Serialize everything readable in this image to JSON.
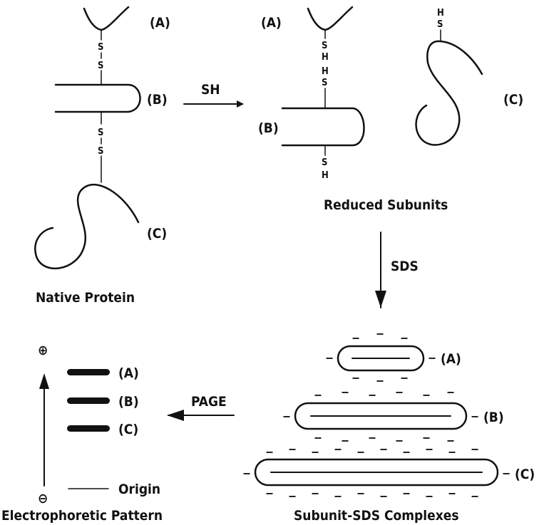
{
  "labels": {
    "A": "(A)",
    "B": "(B)",
    "C": "(C)"
  },
  "atoms": {
    "sulfur": "S",
    "hydrogen": "H"
  },
  "minus": "−",
  "captions": {
    "native": "Native Protein",
    "reduced": "Reduced Subunits",
    "complexes": "Subunit-SDS Complexes",
    "pattern": "Electrophoretic Pattern"
  },
  "arrows": {
    "reduce": "SH",
    "denature": "SDS",
    "electrophoresis": "PAGE"
  },
  "gel": {
    "anode": "⊕",
    "cathode": "⊖",
    "origin": "Origin"
  }
}
